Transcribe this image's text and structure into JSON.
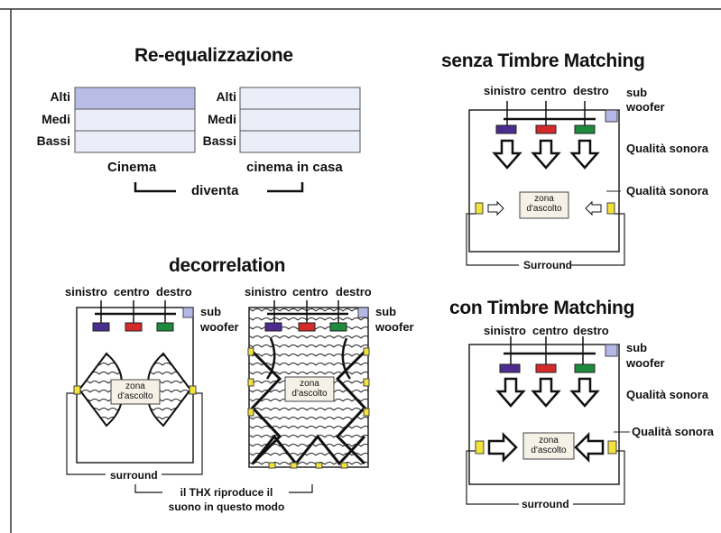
{
  "reeq": {
    "title": "Re-equalizzazione",
    "rows": [
      "Alti",
      "Medi",
      "Bassi"
    ],
    "cinema": "Cinema",
    "home": "cinema in casa",
    "becomes": "diventa",
    "colors": {
      "highlight": "#b9bde6",
      "light": "#ebeef9",
      "border": "#555555"
    }
  },
  "decorrelation": {
    "title": "decorrelation",
    "channels": [
      "sinistro",
      "centro",
      "destro"
    ],
    "sub": [
      "sub",
      "woofer"
    ],
    "zone": [
      "zona",
      "d'ascolto"
    ],
    "surround": "surround",
    "thx": [
      "il THX riproduce il",
      "suono in questo modo"
    ]
  },
  "without_tm": {
    "title": "senza Timbre Matching",
    "channels": [
      "sinistro",
      "centro",
      "destro"
    ],
    "sub": [
      "sub",
      "woofer"
    ],
    "quality_front": "Qualità sonora",
    "quality_side": "Qualità sonora",
    "zone": [
      "zona",
      "d'ascolto"
    ],
    "surround": "Surround"
  },
  "with_tm": {
    "title": "con Timbre Matching",
    "channels": [
      "sinistro",
      "centro",
      "destro"
    ],
    "sub": [
      "sub",
      "woofer"
    ],
    "quality_front": "Qualità sonora",
    "quality_side": "Qualità sonora",
    "zone": [
      "zona",
      "d'ascolto"
    ],
    "surround": "surround"
  },
  "colors": {
    "left_speaker": "#4b2c8f",
    "center_speaker": "#d42a2a",
    "right_speaker": "#1e8a3e",
    "surround_speaker": "#f2e23a",
    "sub_woofer": "#b5b8e6"
  }
}
